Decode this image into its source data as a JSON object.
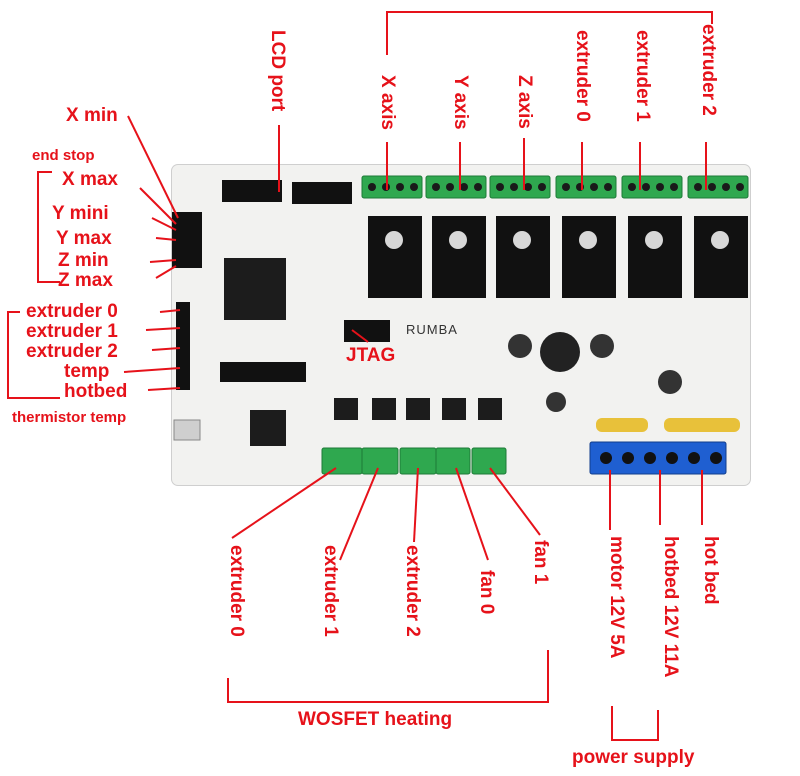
{
  "board": {
    "name": "RUMBA"
  },
  "top_labels": {
    "lcd_port": "LCD port",
    "x_axis": "X axis",
    "y_axis": "Y axis",
    "z_axis": "Z axis",
    "extruder_0": "extruder 0",
    "extruder_1": "extruder 1",
    "extruder_2": "extruder 2"
  },
  "left_labels": {
    "x_min": "X min",
    "end_stop": "end stop",
    "x_max": "X max",
    "y_mini": "Y mini",
    "y_max": "Y max",
    "z_min": "Z min",
    "z_max": "Z max",
    "extruder_0": "extruder 0",
    "extruder_1": "extruder 1",
    "extruder_2": "extruder 2",
    "temp": "temp",
    "hotbed": "hotbed",
    "thermistor_temp": "thermistor temp"
  },
  "center_labels": {
    "jtag": "JTAG"
  },
  "bottom_labels": {
    "extruder_0": "extruder 0",
    "extruder_1": "extruder 1",
    "extruder_2": "extruder 2",
    "fan_0": "fan 0",
    "fan_1": "fan 1",
    "wosfet_heating": "WOSFET heating",
    "motor": "motor 12V 5A",
    "hotbed_power": "hotbed 12V 11A",
    "hot_bed": "hot bed",
    "power_supply": "power supply"
  },
  "colors": {
    "label": "#e6121a",
    "terminal_green": "#2fa84f",
    "terminal_blue": "#1f5fd1",
    "board": "#f2f2f0"
  }
}
